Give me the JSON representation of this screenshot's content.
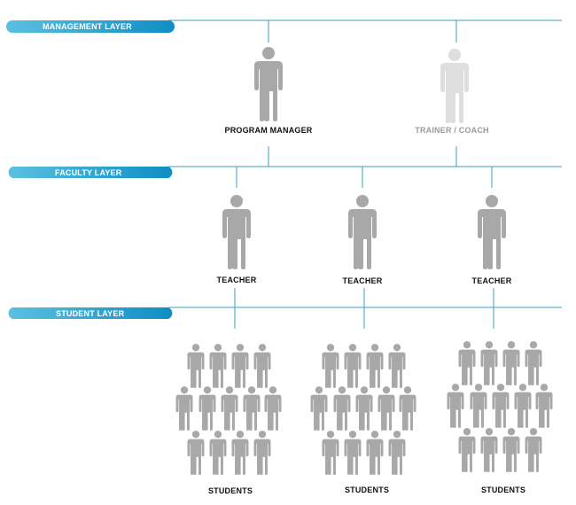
{
  "layers": [
    {
      "label": "MANAGEMENT LAYER"
    },
    {
      "label": "FACULTY LAYER"
    },
    {
      "label": "STUDENT LAYER"
    }
  ],
  "roles": {
    "program_manager": "PROGRAM MANAGER",
    "trainer_coach": "TRAINER / COACH",
    "teacher_1": "TEACHER",
    "teacher_2": "TEACHER",
    "teacher_3": "TEACHER",
    "students_1": "STUDENTS",
    "students_2": "STUDENTS",
    "students_3": "STUDENTS"
  },
  "colors": {
    "line": "#3aa0c0",
    "pill_start": "#5bc0e0",
    "pill_end": "#0f8ec4",
    "figure": "#a8a8a8",
    "figure_faded": "#dedede"
  },
  "icons": {
    "person": "person-icon"
  }
}
